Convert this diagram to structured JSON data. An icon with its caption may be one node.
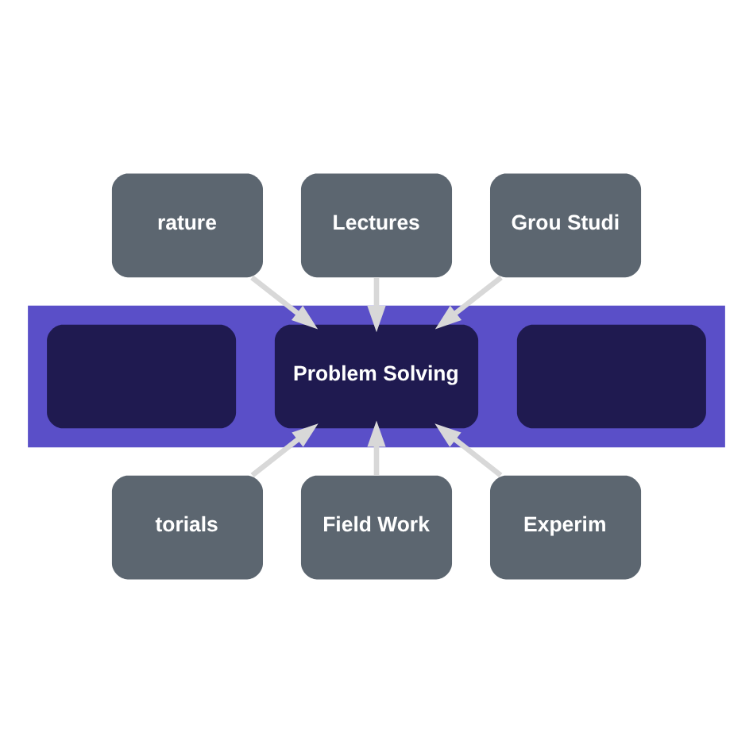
{
  "diagram": {
    "nodes": [
      {
        "text": [
          "rature"
        ]
      },
      {
        "text": [
          "Lectures"
        ]
      },
      {
        "text": [
          "Grou Studi"
        ]
      },
      {
        "text": [],
        "shape": "bar"
      },
      {
        "text": [],
        "shape": "box",
        "in": 3
      },
      {
        "text": [
          "Problem Solving"
        ],
        "in": 3
      },
      {
        "text": [],
        "shape": "box",
        "in": 3
      },
      {
        "text": [
          "torials"
        ]
      },
      {
        "text": [
          "Field Work"
        ]
      },
      {
        "text": [
          "Experim"
        ]
      }
    ],
    "edges": [
      {
        "from": 0,
        "to": 5,
        "arrow": "to"
      },
      {
        "from": 1,
        "to": 5,
        "arrow": "to"
      },
      {
        "from": 2,
        "to": 5,
        "arrow": "to"
      },
      {
        "from": 7,
        "to": 5,
        "arrow": "to"
      },
      {
        "from": 8,
        "to": 5,
        "arrow": "to"
      },
      {
        "from": 9,
        "to": 5,
        "arrow": "to"
      }
    ]
  }
}
